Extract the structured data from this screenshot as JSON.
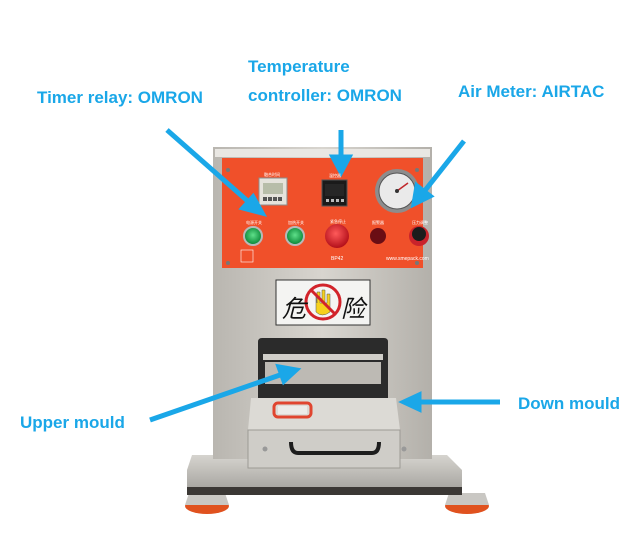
{
  "annotations": {
    "timer_relay": "Timer relay: OMRON",
    "temperature_line1": "Temperature",
    "temperature_line2": "controller: OMRON",
    "air_meter": "Air Meter: AIRTAC",
    "upper_mould": "Upper mould",
    "down_mould": "Down mould"
  },
  "machine": {
    "panel": {
      "timer_caption": "融合时间",
      "temp_caption": "温控器",
      "buttons": [
        "电源开关",
        "加热开关",
        "紧急停止",
        "报警器",
        "压力调整"
      ],
      "model": "BP42",
      "website": "www.smepack.com"
    },
    "warning_sign": {
      "left_char": "危",
      "right_char": "险"
    }
  },
  "colors": {
    "annotation": "#1aa7e8",
    "panel": "#f0502a",
    "body": "#c9c6c0"
  }
}
